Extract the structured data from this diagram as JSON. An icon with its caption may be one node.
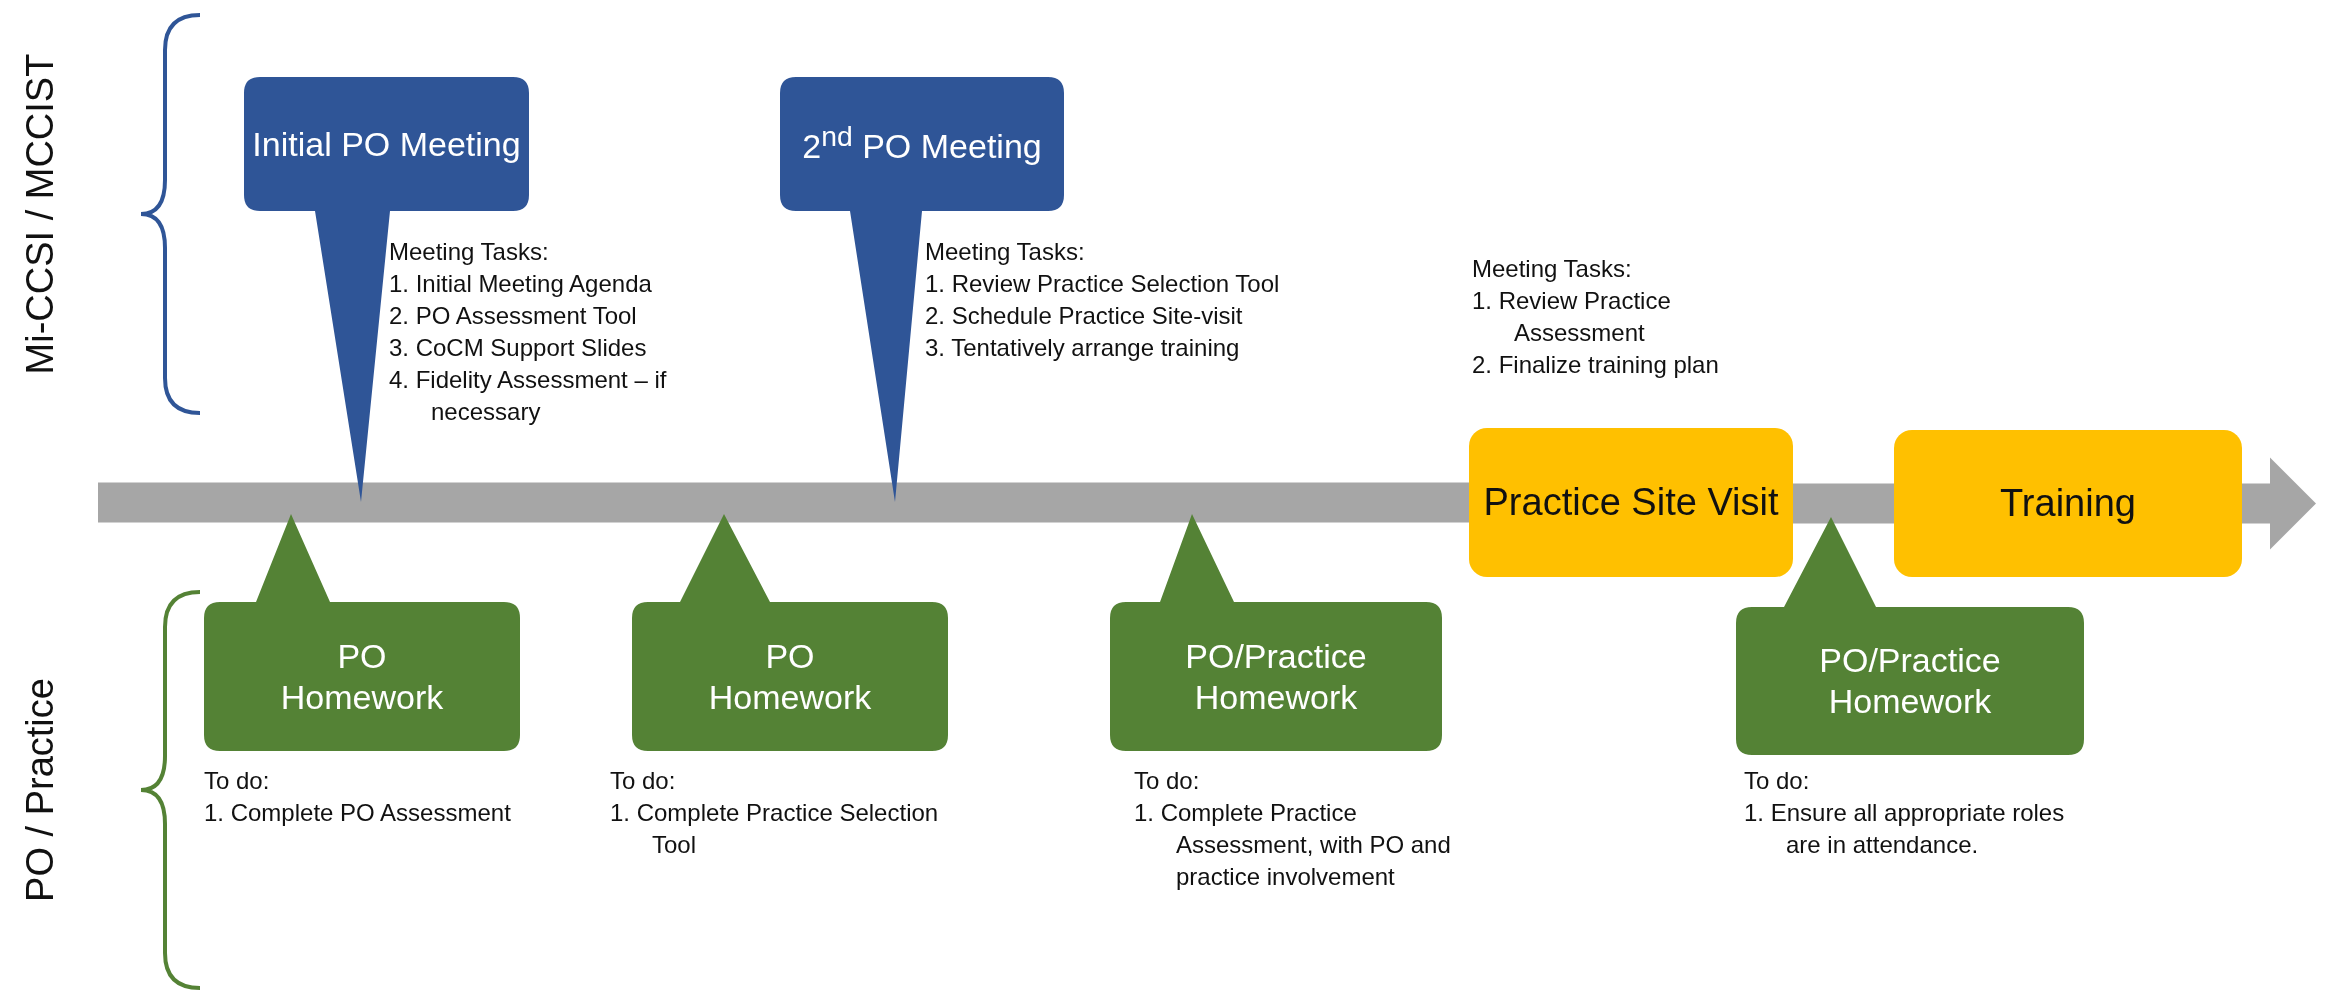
{
  "diagram": {
    "nodes": [
      {
        "text": [
          "Initial PO Meeting"
        ],
        "beside": [
          "Meeting Tasks:",
          "1. Initial Meeting Agenda",
          "2. PO Assessment Tool",
          "3. CoCM Support Slides",
          "4. Fidelity Assessment – if necessary"
        ]
      },
      {
        "text": [
          "2$^{nd}$ PO Meeting"
        ],
        "beside": [
          "Meeting Tasks:",
          "1. Review Practice Selection Tool",
          "2. Schedule Practice Site-visit",
          "3. Tentatively arrange training"
        ]
      },
      {
        "text": [
          "Practice Site Visit"
        ],
        "beside": [
          "Meeting Tasks:",
          "1. Review Practice Assessment",
          "2. Finalize training plan"
        ]
      },
      {
        "text": [
          "Training"
        ]
      },
      {
        "text": [
          "PO Homework"
        ],
        "beside": [
          "To do:",
          "1. Complete PO Assessment"
        ]
      },
      {
        "text": [
          "PO Homework"
        ],
        "beside": [
          "To do:",
          "1. Complete Practice Selection Tool"
        ]
      },
      {
        "text": [
          "PO/Practice Homework"
        ],
        "beside": [
          "To do:",
          "1. Complete Practice Assessment, with PO and practice involvement"
        ]
      },
      {
        "text": [
          "PO/Practice Homework"
        ],
        "beside": [
          "To do:",
          "1. Ensure all appropriate roles are in attendance."
        ]
      }
    ],
    "edges": [
      {
        "from": null,
        "to": 2,
        "arrow": "none"
      },
      {
        "from": 2,
        "to": 3,
        "arrow": "none"
      },
      {
        "from": 3,
        "to": null,
        "arrow": "to"
      }
    ],
    "labels": [
      "Mi-CCSI / MCCIST",
      "PO / Practice"
    ]
  }
}
